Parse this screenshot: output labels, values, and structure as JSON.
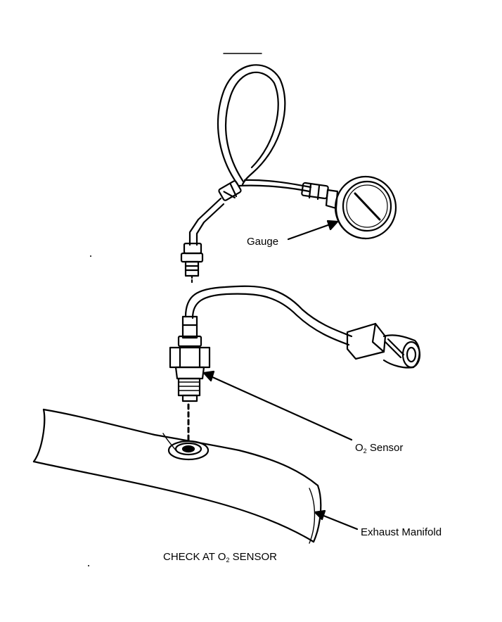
{
  "labels": {
    "gauge": "Gauge",
    "o2_prefix": "O",
    "o2_sub": "2",
    "o2_suffix": " Sensor",
    "exhaust_manifold": "Exhaust Manifold"
  },
  "caption": {
    "prefix": "CHECK AT O",
    "sub": "2",
    "suffix": " SENSOR"
  },
  "colors": {
    "ink": "#000000",
    "paper": "#ffffff"
  }
}
